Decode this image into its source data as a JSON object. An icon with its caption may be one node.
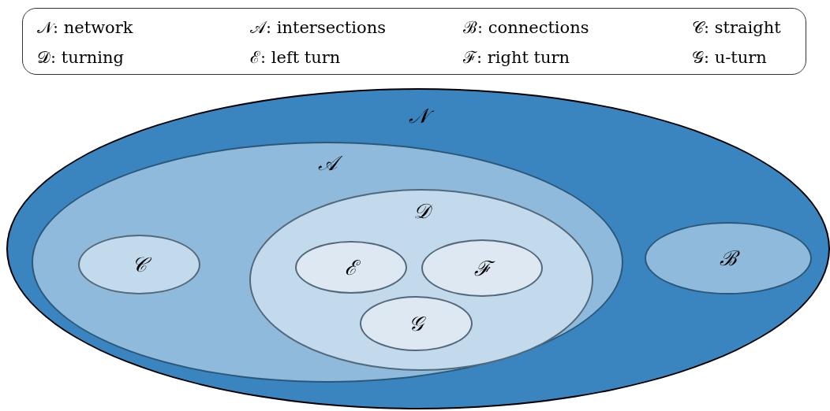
{
  "diagram": {
    "nodes": [
      {
        "text": [
          "𝒩"
        ]
      },
      {
        "text": [
          "𝒜"
        ],
        "in": 0
      },
      {
        "text": [
          "𝒞"
        ],
        "in": 1
      },
      {
        "text": [
          "𝒟"
        ],
        "in": 1
      },
      {
        "text": [
          "ℰ"
        ],
        "in": 3
      },
      {
        "text": [
          "ℱ"
        ],
        "in": 3
      },
      {
        "text": [
          "𝒢"
        ],
        "in": 3
      },
      {
        "text": [
          "ℬ"
        ],
        "in": 0
      }
    ],
    "labels": [
      "𝒩: network",
      "𝒜: intersections",
      "ℬ: connections",
      "𝒞: straight",
      "𝒟: turning",
      "ℰ: left turn",
      "ℱ: right turn",
      "𝒢: u-turn"
    ]
  }
}
